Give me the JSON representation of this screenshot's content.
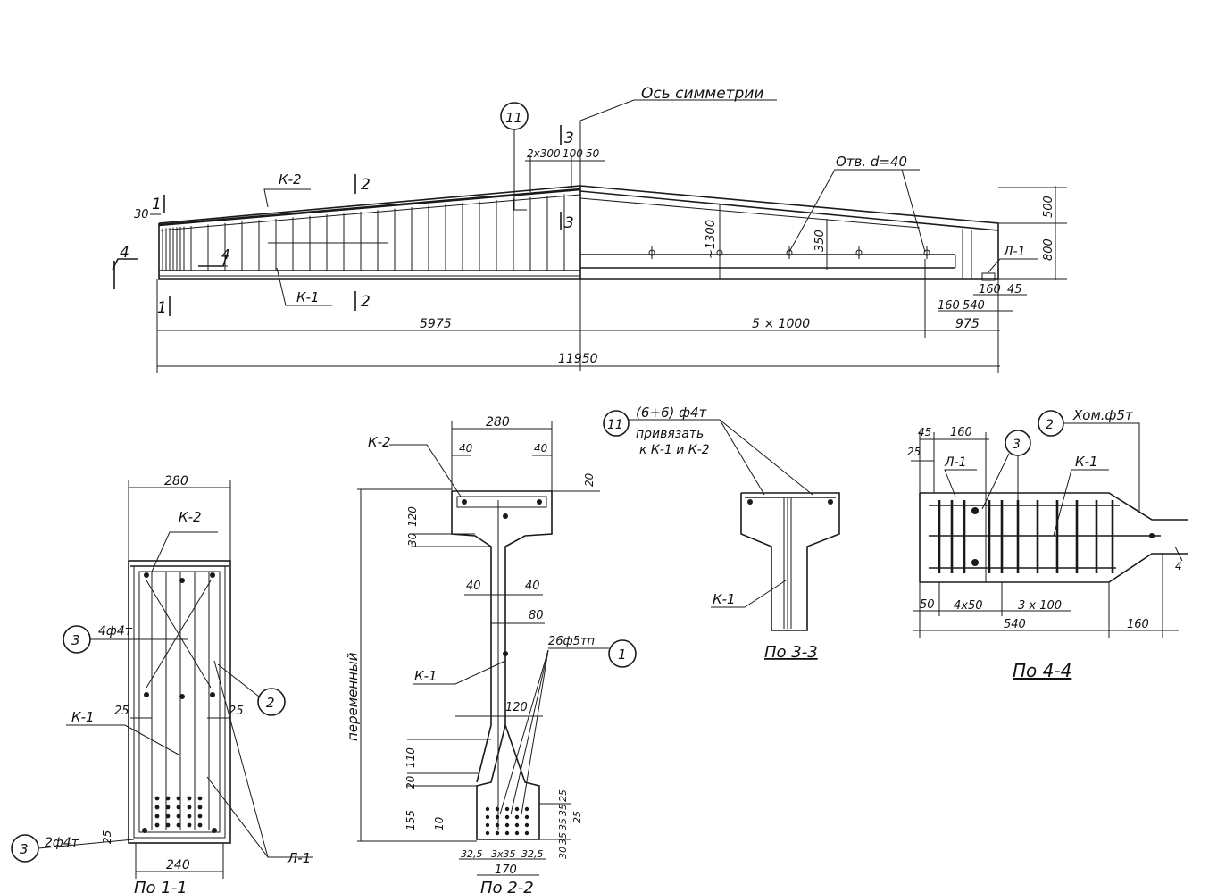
{
  "elevation": {
    "axis_label": "Ось симметрии",
    "marker_11": "11",
    "sec2_top": "2",
    "sec2_bot": "2",
    "sec3_top": "3",
    "sec3_bot": "3",
    "sec1_top": "1",
    "sec1_bot": "1",
    "sec4_a": "4",
    "sec4_b": "4",
    "k2": "К-2",
    "k1": "К-1",
    "l1": "Л-1",
    "d30": "30",
    "d_2x300": "2х300",
    "d_100": "100",
    "d_50": "50",
    "hole": "Отв. d=40",
    "d_1300": "~1300",
    "d_350": "350",
    "d_500": "500",
    "d_800": "800",
    "d_160a": "160",
    "d_45": "45",
    "d_160b": "160",
    "d_540": "540",
    "d_5975": "5975",
    "d_5x1000": "5 × 1000",
    "d_975": "975",
    "d_11950": "11950"
  },
  "section1": {
    "w_top": "280",
    "k2": "К-2",
    "marker3a": "3",
    "bars_a": "4ф4т",
    "k1": "К-1",
    "d25a": "25",
    "d25b": "25",
    "marker2": "2",
    "d25c": "25",
    "marker3b": "3",
    "bars_b": "2ф4т",
    "w_bot": "240",
    "l1": "Л-1",
    "title": "По 1-1"
  },
  "section2": {
    "w_top": "280",
    "k2": "К-2",
    "d40a": "40",
    "d40b": "40",
    "d20": "20",
    "d120": "120",
    "d30": "30",
    "var_h": "переменный",
    "d40c": "40",
    "d40d": "40",
    "d80": "80",
    "bars": "26ф5тп",
    "marker1": "1",
    "k1": "К-1",
    "d120b": "120",
    "d110": "110",
    "d20b": "20",
    "d155": "155",
    "d10": "10",
    "d25": "25",
    "d35a": "35",
    "d35b": "35",
    "d25b": "25",
    "d35c": "35",
    "d30b": "30",
    "d32a": "32,5",
    "d3x35": "3х35",
    "d32b": "32,5",
    "w_bot": "170",
    "title": "По 2-2"
  },
  "section3": {
    "marker11": "11",
    "bars": "(6+6) ф4т",
    "note1": "привязать",
    "note2": "к К-1 и К-2",
    "k1": "К-1",
    "title": "По 3-3"
  },
  "section4": {
    "d45": "45",
    "d160": "160",
    "d25": "25",
    "l1": "Л-1",
    "marker3": "3",
    "marker2": "2",
    "bars": "Хом.ф5т",
    "k1": "К-1",
    "d50": "50",
    "d4x50": "4х50",
    "d3x100": "3 х 100",
    "d540": "540",
    "d160b": "160",
    "d4": "4",
    "title": "По 4-4"
  }
}
